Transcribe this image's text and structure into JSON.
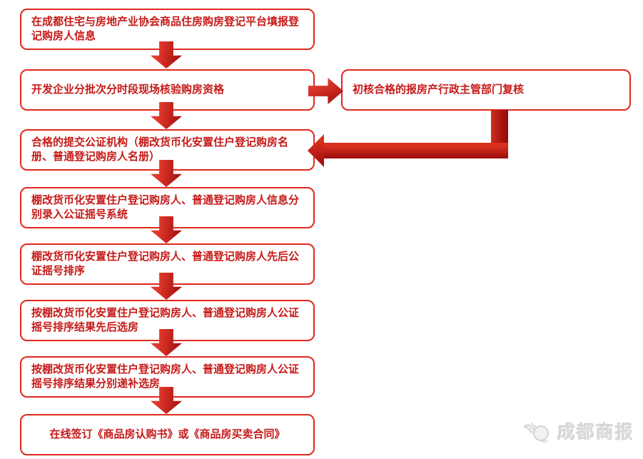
{
  "flowchart": {
    "steps": [
      {
        "id": "step-1",
        "label": "在成都住宅与房地产业协会商品住房购房登记平台填报登记购房人信息"
      },
      {
        "id": "step-2",
        "label": "开发企业分批次分时段现场核验购房资格"
      },
      {
        "id": "step-3",
        "label": "合格的提交公证机构（棚改货币化安置住户登记购房名册、普通登记购房人名册）"
      },
      {
        "id": "step-4",
        "label": "棚改货币化安置住户登记购房人、普通登记购房人信息分别录入公证摇号系统"
      },
      {
        "id": "step-5",
        "label": "棚改货币化安置住户登记购房人、普通登记购房人先后公证摇号排序"
      },
      {
        "id": "step-6",
        "label": "按棚改货币化安置住户登记购房人、普通登记购房人公证摇号排序结果先后选房"
      },
      {
        "id": "step-7",
        "label": "按棚改货币化安置住户登记购房人、普通登记购房人公证摇号排序结果分别递补选房"
      },
      {
        "id": "step-8",
        "label": "在线签订《商品房认购书》或《商品房买卖合同》"
      }
    ],
    "side_step": {
      "id": "side-review",
      "label": "初核合格的报房产行政主管部门复核"
    },
    "connectors": [
      {
        "from": "step-1",
        "to": "step-2",
        "type": "down-arrow"
      },
      {
        "from": "step-2",
        "to": "side-review",
        "type": "right-arrow"
      },
      {
        "from": "side-review",
        "to": "step-3",
        "type": "elbow-left-arrow"
      },
      {
        "from": "step-2",
        "to": "step-3",
        "type": "down-arrow"
      },
      {
        "from": "step-3",
        "to": "step-4",
        "type": "down-arrow"
      },
      {
        "from": "step-4",
        "to": "step-5",
        "type": "down-arrow"
      },
      {
        "from": "step-5",
        "to": "step-6",
        "type": "down-arrow"
      },
      {
        "from": "step-6",
        "to": "step-7",
        "type": "down-arrow"
      },
      {
        "from": "step-7",
        "to": "step-8",
        "type": "down-arrow"
      }
    ]
  },
  "watermark": {
    "label": "成都商报",
    "icon": "dove-logo"
  },
  "colors": {
    "box_border_red": "#e0281e",
    "box_text_red": "#c51a18",
    "arrow_red_light": "#e23a2c",
    "arrow_red_dark": "#a00d0d",
    "watermark_gray": "#dadada",
    "background": "#ffffff"
  }
}
